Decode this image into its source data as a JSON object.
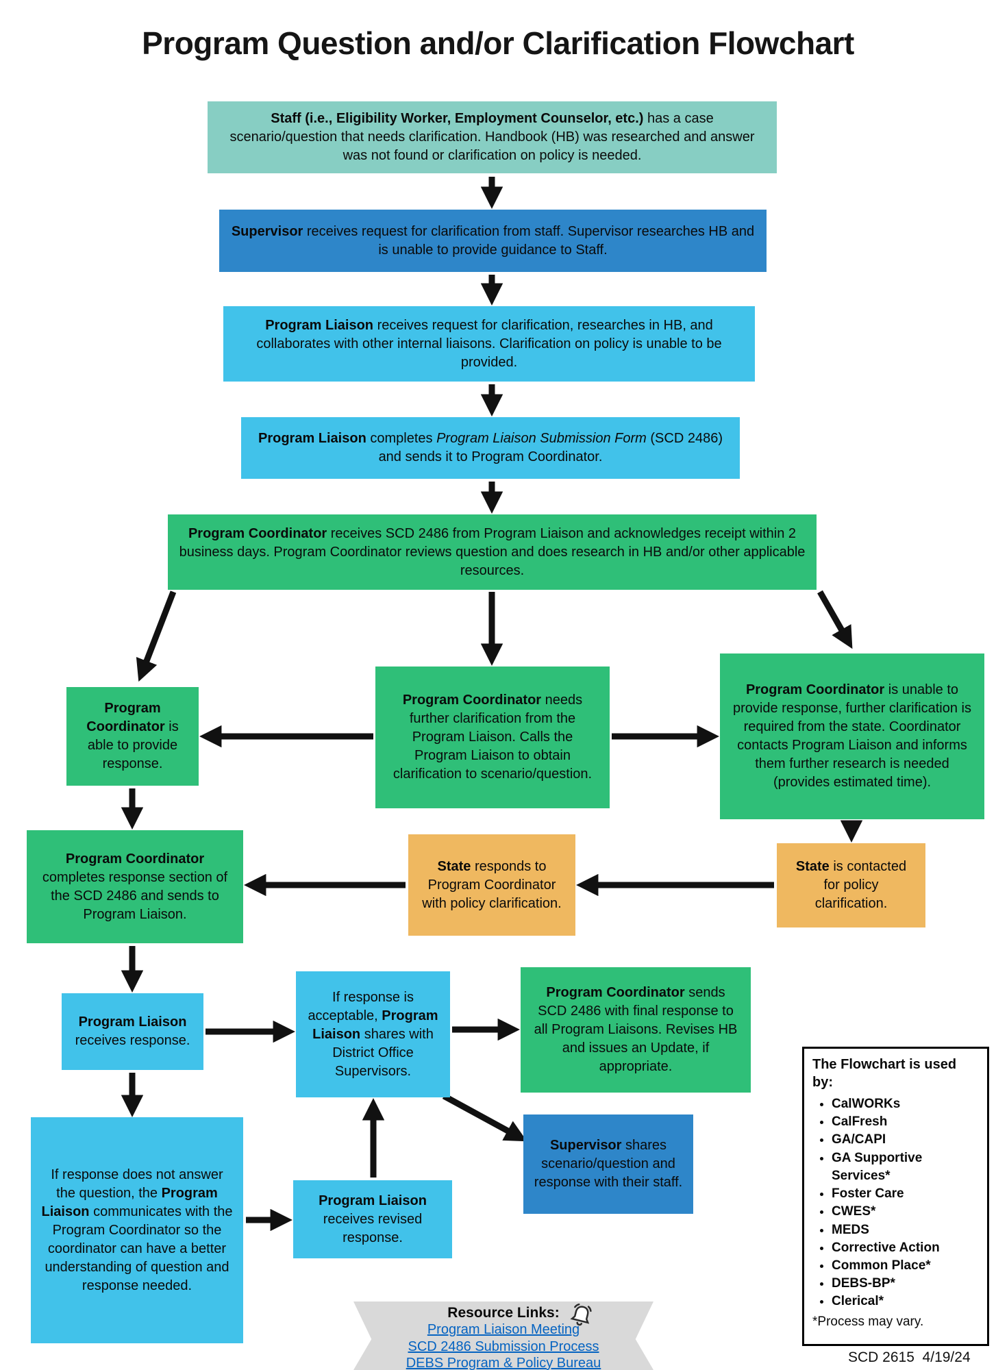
{
  "title": "Program Question and/or Clarification Flowchart",
  "boxes": {
    "staff": {
      "segments": [
        {
          "t": "Staff (i.e., Eligibility Worker, Employment Counselor, etc.)",
          "b": true
        },
        {
          "t": " has a case scenario/question that needs clarification. Handbook (HB) was researched and answer was not found or clarification on policy is needed."
        }
      ]
    },
    "supervisor": {
      "segments": [
        {
          "t": "Supervisor",
          "b": true
        },
        {
          "t": " receives request for clarification from staff. Supervisor researches HB and is unable to provide guidance to Staff."
        }
      ]
    },
    "liaison_receives": {
      "segments": [
        {
          "t": "Program Liaison",
          "b": true
        },
        {
          "t": " receives request for clarification, researches in HB, and collaborates with other internal liaisons. Clarification on policy is unable to be provided."
        }
      ]
    },
    "liaison_form": {
      "segments": [
        {
          "t": "Program Liaison",
          "b": true
        },
        {
          "t": " completes "
        },
        {
          "t": "Program Liaison Submission Form",
          "i": true
        },
        {
          "t": " (SCD 2486) and sends it to Program Coordinator."
        }
      ]
    },
    "coordinator_receives": {
      "segments": [
        {
          "t": "Program Coordinator",
          "b": true
        },
        {
          "t": " receives SCD 2486 from Program Liaison and acknowledges receipt within 2 business days. Program Coordinator reviews question and does research in HB and/or other applicable resources."
        }
      ]
    },
    "coordinator_able": {
      "segments": [
        {
          "t": "Program Coordinator",
          "b": true
        },
        {
          "t": " is able to provide response."
        }
      ]
    },
    "coordinator_needs": {
      "segments": [
        {
          "t": "Program Coordinator",
          "b": true
        },
        {
          "t": " needs further clarification from the Program Liaison. Calls the Program Liaison to obtain clarification to scenario/question."
        }
      ]
    },
    "coordinator_unable": {
      "segments": [
        {
          "t": "Program Coordinator",
          "b": true
        },
        {
          "t": " is unable to provide response, further clarification is required from the state. Coordinator contacts Program Liaison and informs them further research is needed (provides estimated time)."
        }
      ]
    },
    "coordinator_completes": {
      "segments": [
        {
          "t": "Program Coordinator",
          "b": true
        },
        {
          "t": " completes response section of the SCD 2486 and sends to Program Liaison."
        }
      ]
    },
    "state_responds": {
      "segments": [
        {
          "t": "State",
          "b": true
        },
        {
          "t": " responds to Program Coordinator with policy clarification."
        }
      ]
    },
    "state_contacted": {
      "segments": [
        {
          "t": "State",
          "b": true
        },
        {
          "t": " is contacted for policy clarification."
        }
      ]
    },
    "liaison_response": {
      "segments": [
        {
          "t": "Program Liaison",
          "b": true
        },
        {
          "t": " receives response."
        }
      ]
    },
    "response_acceptable": {
      "segments": [
        {
          "t": "If response is acceptable, "
        },
        {
          "t": "Program Liaison",
          "b": true
        },
        {
          "t": " shares with District Office Supervisors."
        }
      ]
    },
    "coordinator_sends": {
      "segments": [
        {
          "t": "Program Coordinator",
          "b": true
        },
        {
          "t": " sends SCD 2486 with final response to all Program Liaisons. Revises HB and issues an Update, if appropriate."
        }
      ]
    },
    "supervisor_shares": {
      "segments": [
        {
          "t": "Supervisor",
          "b": true
        },
        {
          "t": " shares scenario/question and response with their staff."
        }
      ]
    },
    "response_not_answered": {
      "segments": [
        {
          "t": "If response does not answer the question, the "
        },
        {
          "t": "Program Liaison",
          "b": true
        },
        {
          "t": " communicates with the Program Coordinator so the coordinator can have a better understanding of question and response needed."
        }
      ]
    },
    "liaison_revised": {
      "segments": [
        {
          "t": "Program Liaison",
          "b": true
        },
        {
          "t": " receives revised response."
        }
      ]
    }
  },
  "resource_links": {
    "title": "Resource Links:",
    "bell_icon": "bell-icon",
    "links": [
      "Program Liaison Meeting",
      "SCD 2486 Submission Process",
      "DEBS Program & Policy Bureau"
    ]
  },
  "used_by": {
    "title": "The Flowchart is used by:",
    "items": [
      "CalWORKs",
      "CalFresh",
      "GA/CAPI",
      "GA Supportive Services*",
      "Foster Care",
      "CWES*",
      "MEDS",
      "Corrective Action",
      "Common Place*",
      "DEBS-BP*",
      "Clerical*"
    ],
    "footnote": "*Process may vary."
  },
  "footer": "SCD 2615  4/19/24",
  "colors": {
    "teal": "#87CEC3",
    "blue": "#2E86C9",
    "cyan": "#41C2EA",
    "green": "#2FBF78",
    "orange": "#EFB860",
    "banner_gray": "#D9D9D9",
    "link_blue": "#0563C1",
    "arrow": "#111111"
  }
}
